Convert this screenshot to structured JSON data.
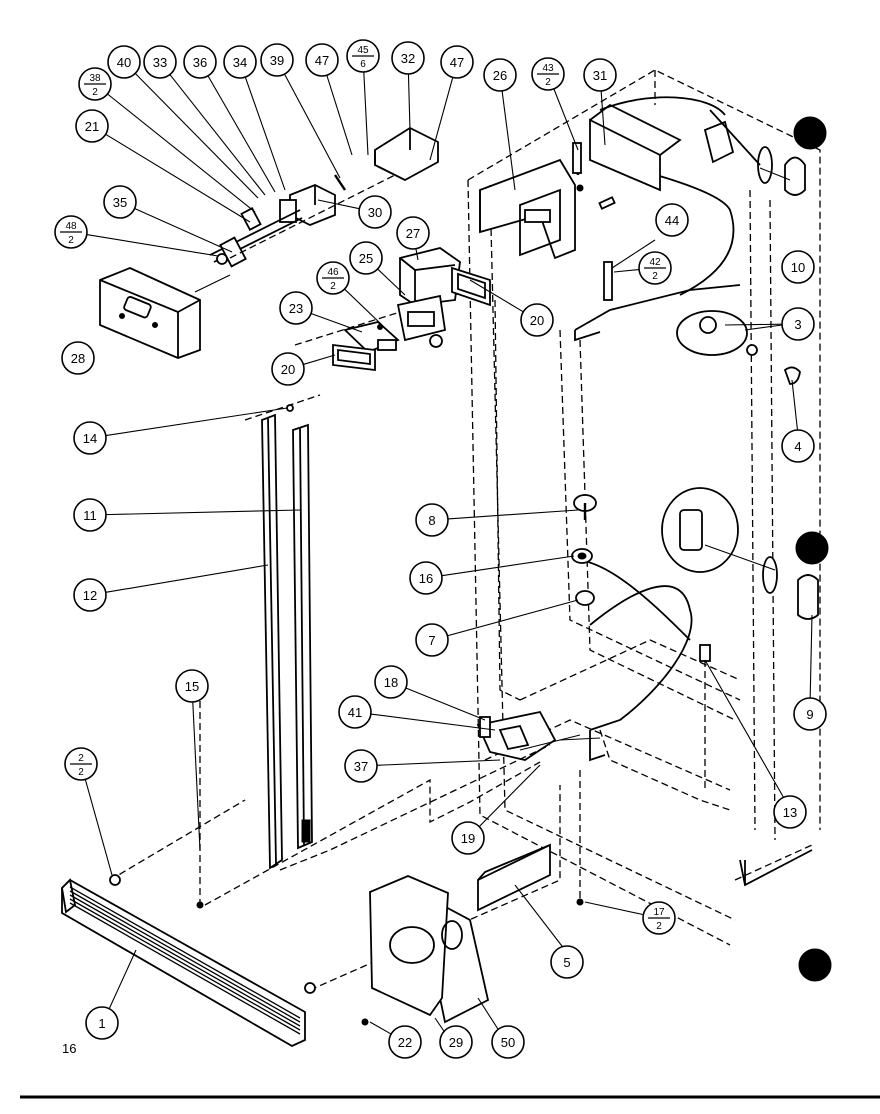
{
  "diagram": {
    "page_code": "16",
    "callouts": [
      {
        "id": "c-40",
        "text": "40"
      },
      {
        "id": "c-33",
        "text": "33"
      },
      {
        "id": "c-36",
        "text": "36"
      },
      {
        "id": "c-34",
        "text": "34"
      },
      {
        "id": "c-39",
        "text": "39"
      },
      {
        "id": "c-47a",
        "text": "47"
      },
      {
        "id": "c-32",
        "text": "32"
      },
      {
        "id": "c-47b",
        "text": "47"
      },
      {
        "id": "c-26",
        "text": "26"
      },
      {
        "id": "c-31",
        "text": "31"
      },
      {
        "id": "c-21",
        "text": "21"
      },
      {
        "id": "c-35",
        "text": "35"
      },
      {
        "id": "c-30",
        "text": "30"
      },
      {
        "id": "c-27",
        "text": "27"
      },
      {
        "id": "c-25",
        "text": "25"
      },
      {
        "id": "c-44",
        "text": "44"
      },
      {
        "id": "c-10",
        "text": "10"
      },
      {
        "id": "c-20a",
        "text": "20"
      },
      {
        "id": "c-23",
        "text": "23"
      },
      {
        "id": "c-20b",
        "text": "20"
      },
      {
        "id": "c-3",
        "text": "3"
      },
      {
        "id": "c-28",
        "text": "28"
      },
      {
        "id": "c-14",
        "text": "14"
      },
      {
        "id": "c-4",
        "text": "4"
      },
      {
        "id": "c-11",
        "text": "11"
      },
      {
        "id": "c-8",
        "text": "8"
      },
      {
        "id": "c-12",
        "text": "12"
      },
      {
        "id": "c-16",
        "text": "16"
      },
      {
        "id": "c-7",
        "text": "7"
      },
      {
        "id": "c-15",
        "text": "15"
      },
      {
        "id": "c-18",
        "text": "18"
      },
      {
        "id": "c-9",
        "text": "9"
      },
      {
        "id": "c-41",
        "text": "41"
      },
      {
        "id": "c-37",
        "text": "37"
      },
      {
        "id": "c-13",
        "text": "13"
      },
      {
        "id": "c-19",
        "text": "19"
      },
      {
        "id": "c-5",
        "text": "5"
      },
      {
        "id": "c-1",
        "text": "1"
      },
      {
        "id": "c-22",
        "text": "22"
      },
      {
        "id": "c-29",
        "text": "29"
      },
      {
        "id": "c-50",
        "text": "50"
      }
    ],
    "fraction_callouts": [
      {
        "id": "f-38-2",
        "num": "38",
        "den": "2"
      },
      {
        "id": "f-45-6",
        "num": "45",
        "den": "6"
      },
      {
        "id": "f-43-2",
        "num": "43",
        "den": "2"
      },
      {
        "id": "f-48-2",
        "num": "48",
        "den": "2"
      },
      {
        "id": "f-46-2",
        "num": "46",
        "den": "2"
      },
      {
        "id": "f-42-2",
        "num": "42",
        "den": "2"
      },
      {
        "id": "f-2-2",
        "num": "2",
        "den": "2"
      },
      {
        "id": "f-17-2",
        "num": "17",
        "den": "2"
      }
    ]
  }
}
